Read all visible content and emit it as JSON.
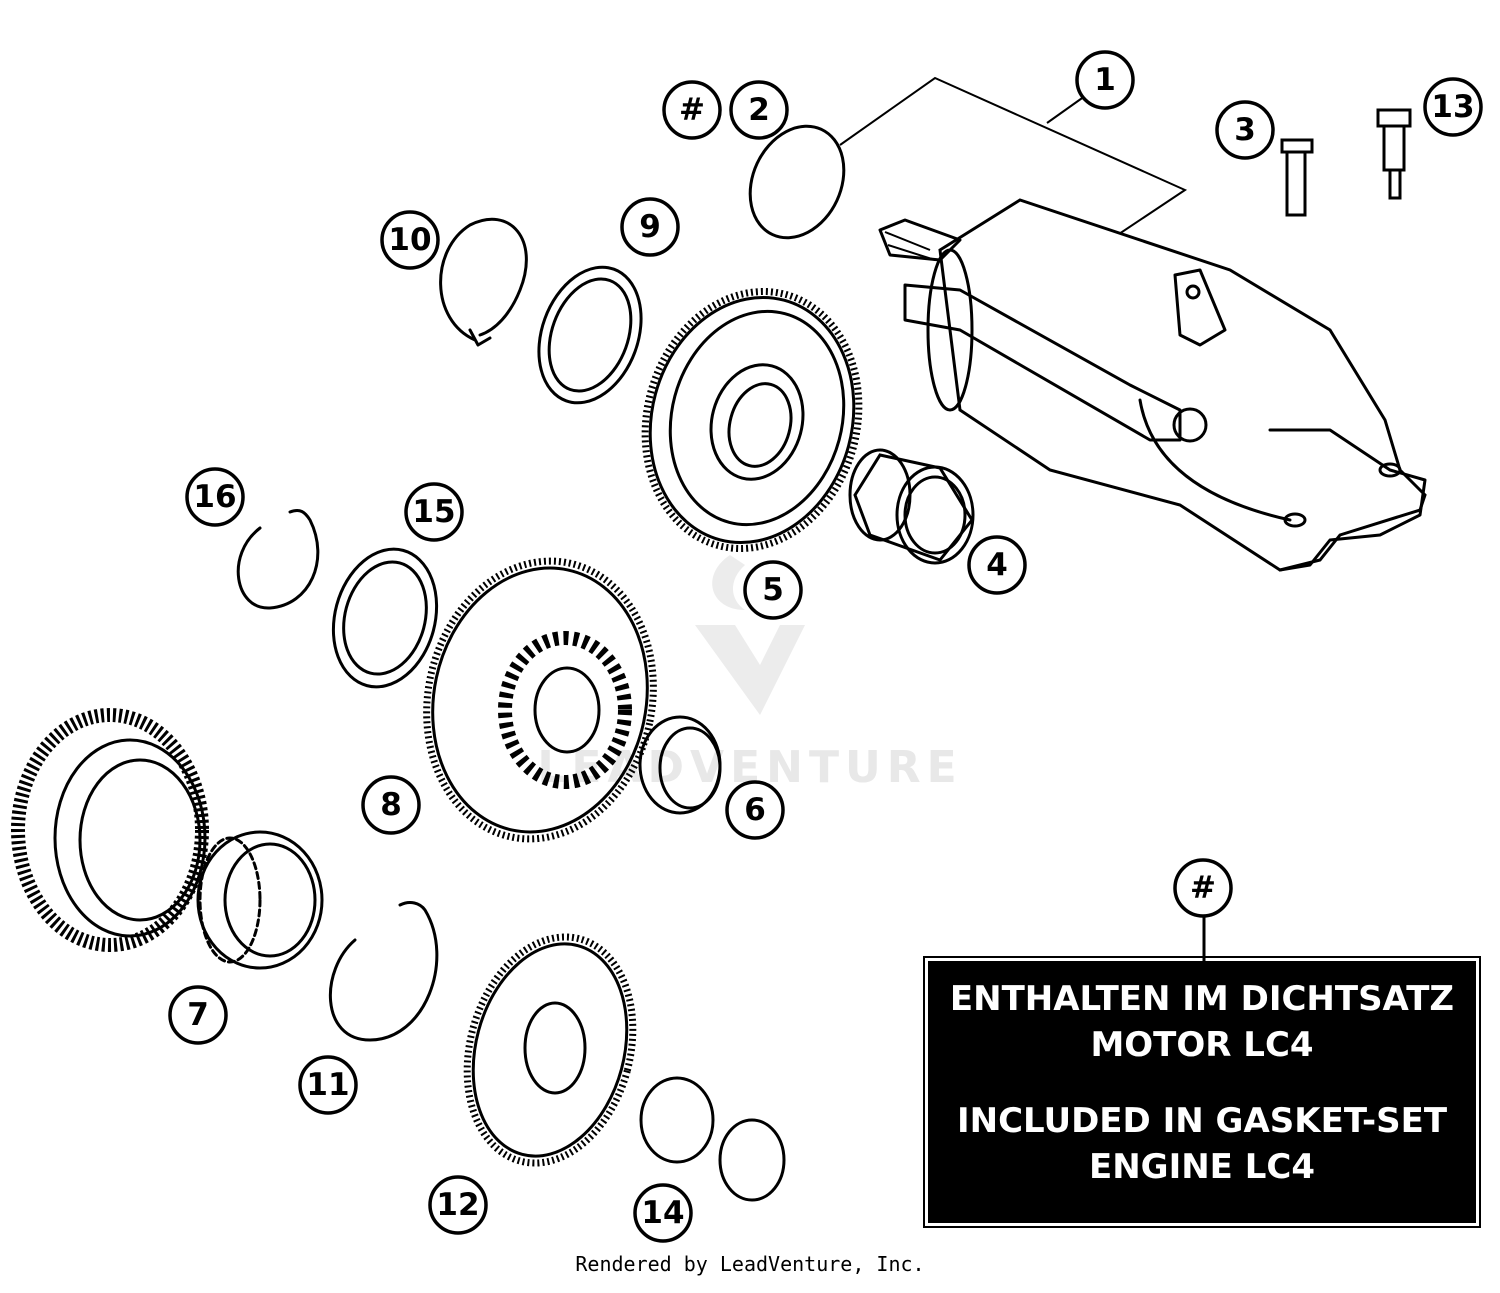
{
  "callouts": [
    {
      "id": "c1",
      "label": "1"
    },
    {
      "id": "c2",
      "label": "2"
    },
    {
      "id": "chash",
      "label": "#"
    },
    {
      "id": "c3",
      "label": "3"
    },
    {
      "id": "c4",
      "label": "4"
    },
    {
      "id": "c5",
      "label": "5"
    },
    {
      "id": "c6",
      "label": "6"
    },
    {
      "id": "c7",
      "label": "7"
    },
    {
      "id": "c8",
      "label": "8"
    },
    {
      "id": "c9",
      "label": "9"
    },
    {
      "id": "c10",
      "label": "10"
    },
    {
      "id": "c11",
      "label": "11"
    },
    {
      "id": "c12",
      "label": "12"
    },
    {
      "id": "c13",
      "label": "13"
    },
    {
      "id": "c14",
      "label": "14"
    },
    {
      "id": "c15",
      "label": "15"
    },
    {
      "id": "c16",
      "label": "16"
    },
    {
      "id": "cnote",
      "label": "#"
    }
  ],
  "note": {
    "line1": "ENTHALTEN IM DICHTSATZ",
    "line2": "MOTOR LC4",
    "line3": "INCLUDED IN GASKET-SET",
    "line4": "ENGINE LC4"
  },
  "watermark": "LEADVENTURE",
  "footer": "Rendered by LeadVenture, Inc."
}
